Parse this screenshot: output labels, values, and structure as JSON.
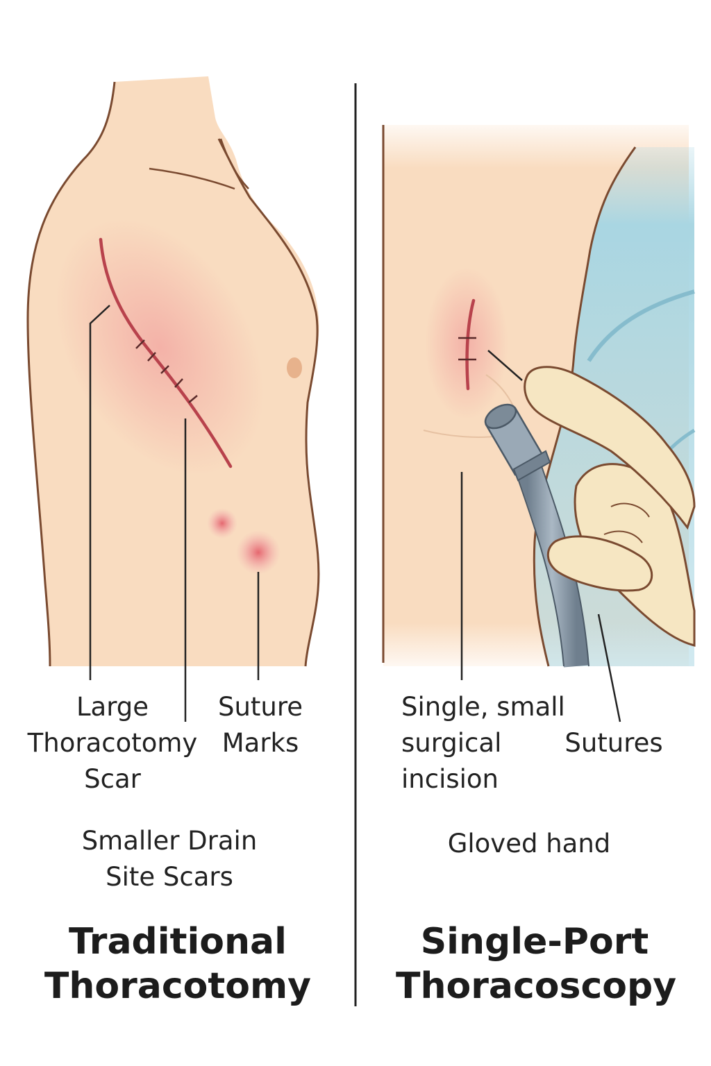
{
  "left_panel": {
    "labels": {
      "large_scar": [
        "Large",
        "Thoracotomy",
        "Scar"
      ],
      "suture_marks": [
        "Suture",
        "Marks"
      ],
      "drain_scars": [
        "Smaller Drain",
        "Site Scars"
      ]
    },
    "title": [
      "Traditional",
      "Thoracotomy"
    ]
  },
  "right_panel": {
    "labels": {
      "incision": [
        "Single, small",
        "surgical",
        "incision"
      ],
      "sutures": "Sutures",
      "gloved_hand": "Gloved hand"
    },
    "title": [
      "Single-Port",
      "Thoracoscopy"
    ]
  },
  "colors": {
    "skin": "#f9dcc0",
    "outline": "#7a4a30",
    "scar": "#b8424c",
    "scar_glow": "#f0a0a0",
    "drape": "#a9d6e2",
    "glove": "#f6e6c2",
    "tube": "#8a9aa8",
    "divider": "#222222"
  }
}
